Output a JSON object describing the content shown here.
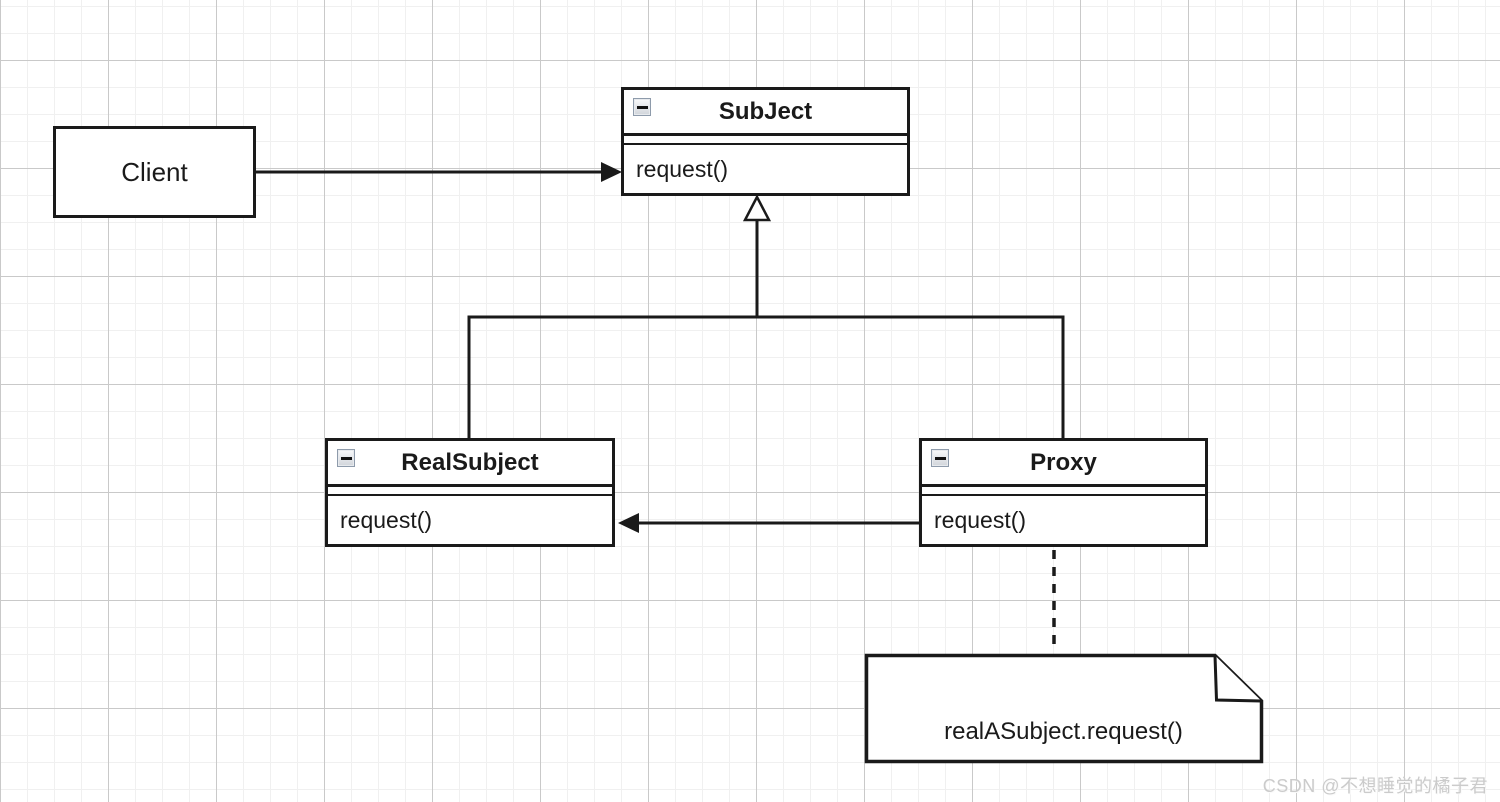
{
  "diagram": {
    "pattern_name": "proxy-pattern-uml",
    "nodes": {
      "client": {
        "label": "Client"
      },
      "subject": {
        "title": "SubJect",
        "method": "request()"
      },
      "real_subject": {
        "title": "RealSubject",
        "method": "request()"
      },
      "proxy": {
        "title": "Proxy",
        "method": "request()"
      },
      "note": {
        "text": "realASubject.request()"
      }
    },
    "relationships": [
      {
        "from": "Client",
        "to": "SubJect",
        "type": "directed-association",
        "style": "solid-line-filled-arrow"
      },
      {
        "from": "RealSubject",
        "to": "SubJect",
        "type": "generalization",
        "style": "solid-line-hollow-triangle"
      },
      {
        "from": "Proxy",
        "to": "SubJect",
        "type": "generalization",
        "style": "solid-line-hollow-triangle"
      },
      {
        "from": "Proxy",
        "to": "RealSubject",
        "type": "directed-association",
        "style": "solid-line-filled-arrow"
      },
      {
        "from": "Proxy",
        "to": "note",
        "type": "note-attachment",
        "style": "dashed-line"
      }
    ],
    "icons": {
      "collapse": "minus-icon"
    },
    "colors": {
      "stroke": "#1a1a1a",
      "shape_fill": "#ffffff",
      "grid_minor": "#f0f0f0",
      "grid_major": "#c9c9c9",
      "watermark": "#cbcbcb"
    }
  },
  "watermark": {
    "text": "CSDN @不想睡觉的橘子君"
  }
}
